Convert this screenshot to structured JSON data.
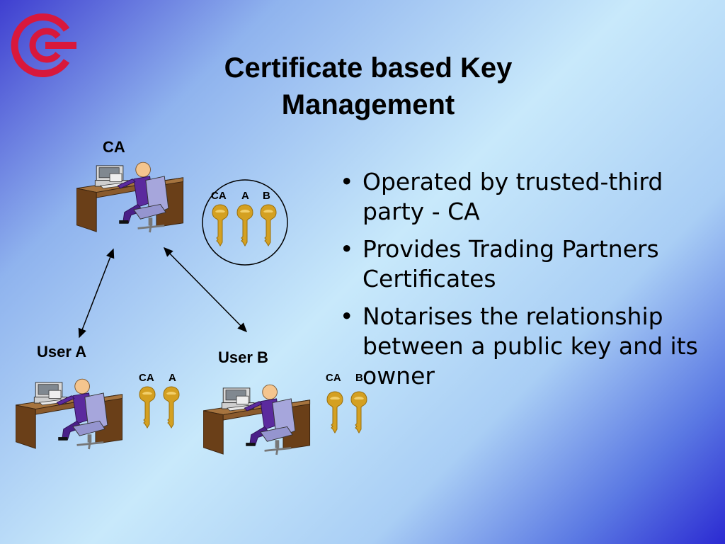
{
  "title": "Certificate based Key Management",
  "bullets": [
    "Operated by trusted-third party - CA",
    "Provides Trading Partners Certificates",
    "Notarises the relationship between a public key and its owner"
  ],
  "nodes": {
    "ca": {
      "label": "CA",
      "keys": [
        "CA",
        "A",
        "B"
      ]
    },
    "user_a": {
      "label": "User A",
      "keys": [
        "CA",
        "A"
      ]
    },
    "user_b": {
      "label": "User B",
      "keys": [
        "CA",
        "B"
      ]
    }
  },
  "colors": {
    "key": "#d4a021",
    "chair": "#a0a0d8",
    "person": "#5b2a9e",
    "desk": "#7a4a22",
    "logo": "#d8183c"
  },
  "icons": [
    "logo-mark",
    "workstation-icon",
    "key-icon",
    "double-arrow"
  ]
}
